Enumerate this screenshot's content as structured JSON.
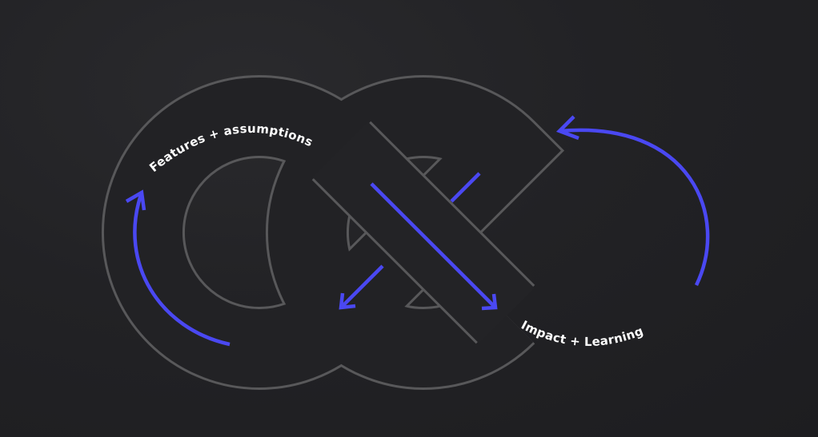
{
  "diagram": {
    "title": "Infinity loop",
    "labels": {
      "left_loop": "Features + assumptions",
      "right_loop": "Impact + Learning"
    },
    "colors": {
      "background": "#212124",
      "track_outline": "#58585a",
      "arrow": "#4a48f2",
      "text": "#ffffff"
    }
  }
}
